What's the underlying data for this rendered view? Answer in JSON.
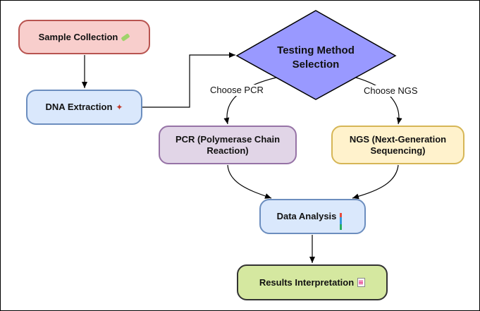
{
  "nodes": {
    "sample_collection": {
      "label": "Sample Collection",
      "icon": "test-tube-icon"
    },
    "dna_extraction": {
      "label": "DNA Extraction",
      "icon": "dna-icon"
    },
    "testing_method": {
      "label": "Testing Method Selection"
    },
    "pcr": {
      "label": "PCR (Polymerase Chain Reaction)"
    },
    "ngs": {
      "label": "NGS (Next-Generation Sequencing)"
    },
    "data_analysis": {
      "label": "Data Analysis",
      "icon": "bar-chart-icon"
    },
    "results": {
      "label": "Results Interpretation",
      "icon": "document-icon"
    }
  },
  "edges": {
    "choose_pcr": "Choose PCR",
    "choose_ngs": "Choose NGS"
  },
  "colors": {
    "sample_fill": "#f8cecc",
    "sample_stroke": "#b85450",
    "blue_fill": "#dae8fc",
    "blue_stroke": "#6c8ebf",
    "decision_fill": "#9999ff",
    "pcr_fill": "#e1d5e7",
    "pcr_stroke": "#9673a6",
    "ngs_fill": "#fff2cc",
    "ngs_stroke": "#d6b656",
    "results_fill": "#d5e8a0"
  }
}
